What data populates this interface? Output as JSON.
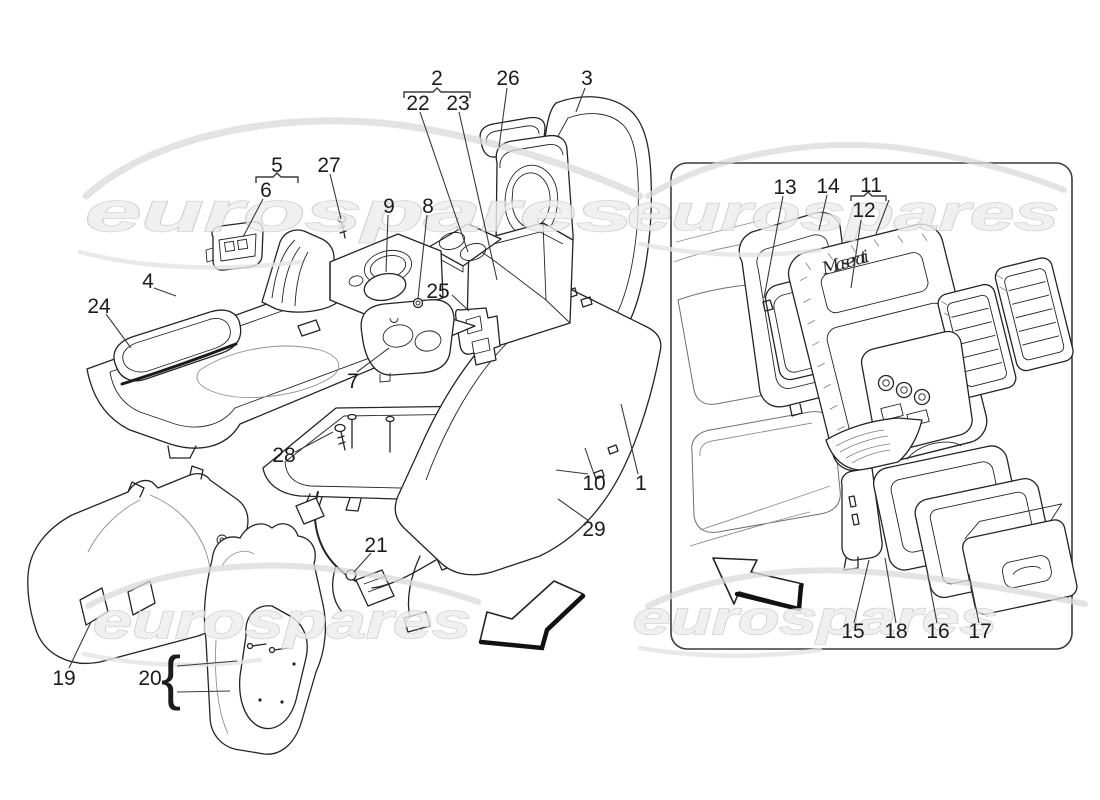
{
  "meta": {
    "description": "Exploded parts diagram of accessory console and centre console with numbered callouts"
  },
  "watermark": {
    "text": "eurospares"
  },
  "box": {
    "logo_text": "Maserati"
  },
  "misc": {
    "brace": "{"
  },
  "colors": {
    "ink": "#242424",
    "watermark_fill": "#ededed",
    "watermark_outline": "#c7c7c7",
    "background": "#ffffff"
  },
  "callouts": {
    "c1": "1",
    "c2": "2",
    "c3": "3",
    "c4": "4",
    "c5": "5",
    "c6": "6",
    "c7": "7",
    "c8": "8",
    "c9": "9",
    "c10": "10",
    "c11": "11",
    "c12": "12",
    "c13": "13",
    "c14": "14",
    "c15": "15",
    "c16": "16",
    "c17": "17",
    "c18": "18",
    "c19": "19",
    "c20": "20",
    "c21": "21",
    "c22": "22",
    "c23": "23",
    "c24": "24",
    "c25": "25",
    "c26": "26",
    "c27": "27",
    "c28": "28",
    "c29": "29"
  }
}
